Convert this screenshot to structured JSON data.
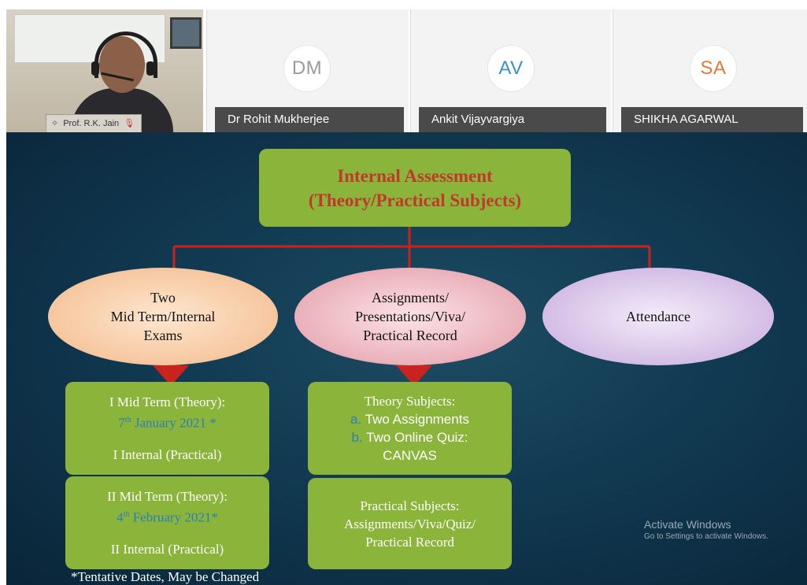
{
  "participants": [
    {
      "name": "Prof. R.K. Jain",
      "has_video": true
    },
    {
      "name": "Dr Rohit Mukherjee",
      "initials": "DM",
      "initials_color": "#9a9a9a"
    },
    {
      "name": "Ankit Vijayvargiya",
      "initials": "AV",
      "initials_color": "#3b8fcc"
    },
    {
      "name": "SHIKHA AGARWAL",
      "initials": "SA",
      "initials_color": "#e07a3c"
    }
  ],
  "slide": {
    "title_line1": "Internal Assessment",
    "title_line2": "(Theory/Practical Subjects)",
    "categories": [
      {
        "lines": [
          "Two",
          "Mid Term/Internal",
          "Exams"
        ]
      },
      {
        "lines": [
          "Assignments/",
          "Presentations/Viva/",
          "Practical Record"
        ]
      },
      {
        "lines": [
          "Attendance"
        ]
      }
    ],
    "midterm1": {
      "heading": "I Mid Term (Theory):",
      "date_sup": "th",
      "date_day": "7",
      "date_rest": "January 2021 *",
      "internal": "I Internal (Practical)"
    },
    "midterm2": {
      "heading": "II Mid Term (Theory):",
      "date_sup": "th",
      "date_day": "4",
      "date_rest": "February 2021*",
      "internal": "II Internal (Practical)"
    },
    "theory": {
      "heading": "Theory Subjects:",
      "item_a_prefix": "a.",
      "item_a": "Two Assignments",
      "item_b_prefix": "b.",
      "item_b": "Two Online Quiz:",
      "item_c": "CANVAS"
    },
    "practical": {
      "heading": "Practical Subjects:",
      "line1": "Assignments/Viva/Quiz/",
      "line2": "Practical Record"
    },
    "footnote": "*Tentative Dates, May be Changed"
  },
  "watermark": {
    "line1": "Activate Windows",
    "line2": "Go to Settings to activate Windows."
  },
  "colors": {
    "slide_bg": "#113a52",
    "box_green": "#8ab43a",
    "title_red": "#c0392b",
    "arrow_red": "#c8231e",
    "date_blue": "#2a7fb8"
  }
}
